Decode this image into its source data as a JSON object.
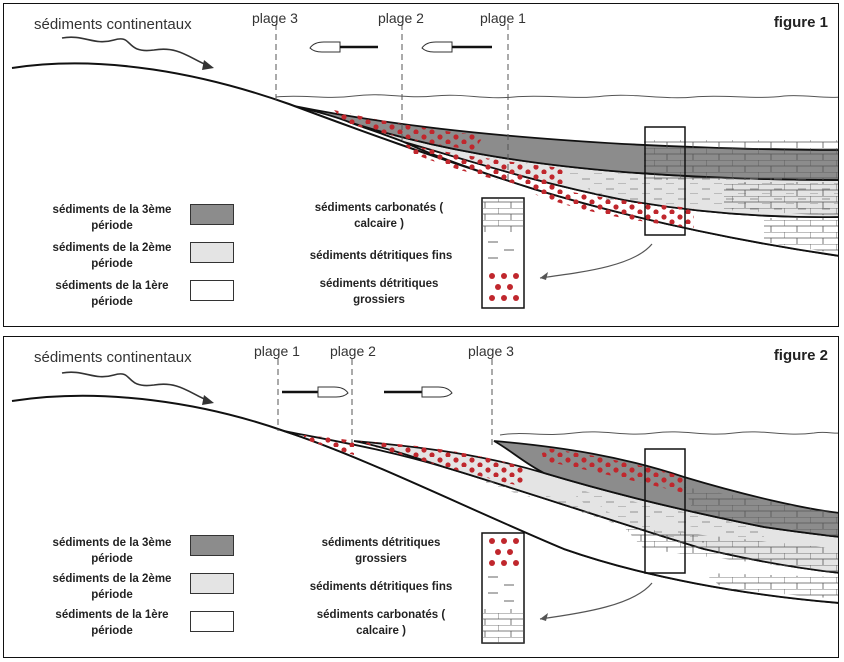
{
  "figure1": {
    "title": "figure 1",
    "continental_label": "sédiments continentaux",
    "plages": [
      "plage 3",
      "plage 2",
      "plage 1"
    ],
    "legend": [
      {
        "label": "sédiments de la 3ème période",
        "color": "#8c8c8c"
      },
      {
        "label": "sédiments de la 2ème période",
        "color": "#e4e4e4"
      },
      {
        "label": "sédiments de la 1ère période",
        "color": "#ffffff"
      }
    ],
    "column_labels": [
      "sédiments carbonatés ( calcaire )",
      "sédiments détritiques fins",
      "sédiments détritiques grossiers"
    ]
  },
  "figure2": {
    "title": "figure 2",
    "continental_label": "sédiments continentaux",
    "plages": [
      "plage 1",
      "plage 2",
      "plage 3"
    ],
    "legend": [
      {
        "label": "sédiments de la 3ème période",
        "color": "#8c8c8c"
      },
      {
        "label": "sédiments de la 2ème période",
        "color": "#e4e4e4"
      },
      {
        "label": "sédiments de la 1ère période",
        "color": "#ffffff"
      }
    ],
    "column_labels": [
      "sédiments détritiques grossiers",
      "sédiments détritiques fins",
      "sédiments carbonatés ( calcaire )"
    ]
  },
  "colors": {
    "dots": "#c0272d",
    "dark_layer": "#8c8c8c",
    "light_layer": "#e4e4e4",
    "outline": "#111111"
  }
}
